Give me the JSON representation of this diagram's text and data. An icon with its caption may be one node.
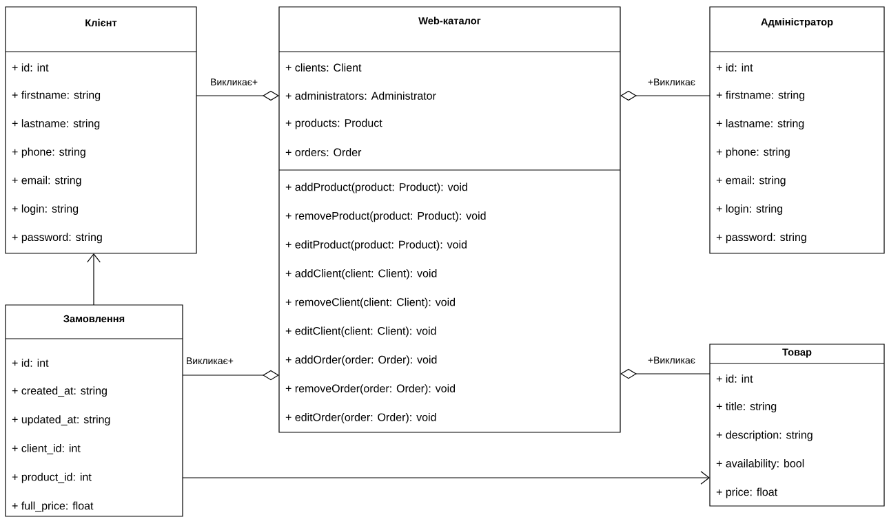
{
  "diagram": {
    "nodes": [
      {
        "text": [
          "Клієнт",
          "+ id: int",
          "+ firstname: string",
          "+ lastname: string",
          "+ phone: string",
          "+ email: string",
          "+ login: string",
          "+ password: string"
        ]
      },
      {
        "text": [
          "Web-каталог",
          "+ clients: Client",
          "+ administrators: Administrator",
          "+ products: Product",
          "+ orders: Order",
          "+ addProduct(product: Product): void",
          "+ removeProduct(product: Product): void",
          "+ editProduct(product: Product): void",
          "+ addClient(client: Client): void",
          "+ removeClient(client: Client): void",
          "+ editClient(client: Client): void",
          "+ addOrder(order: Order): void",
          "+ removeOrder(order: Order): void",
          "+ editOrder(order: Order): void"
        ]
      },
      {
        "text": [
          "Адміністратор",
          "+ id: int",
          "+ firstname: string",
          "+ lastname: string",
          "+ phone: string",
          "+ email: string",
          "+ login: string",
          "+ password: string"
        ]
      },
      {
        "text": [
          "Замовлення",
          "+ id: int",
          "+ created_at: string",
          "+ updated_at: string",
          "+ client_id: int",
          "+ product_id: int",
          "+ full_price: float"
        ]
      },
      {
        "text": [
          "Товар",
          "+ id: int",
          "+ title: string",
          "+ description: string",
          "+ availability: bool",
          "+ price: float"
        ]
      }
    ],
    "edges": [
      {
        "from": 0,
        "to": 1,
        "arrow": "other",
        "label": "Викликає+"
      },
      {
        "from": 2,
        "to": 1,
        "arrow": "other",
        "label": "+Викликає"
      },
      {
        "from": 3,
        "to": 0,
        "arrow": "to"
      },
      {
        "from": 3,
        "to": 1,
        "arrow": "other",
        "label": "Викликає+"
      },
      {
        "from": 4,
        "to": 1,
        "arrow": "other",
        "label": "+Викликає"
      },
      {
        "from": 3,
        "to": 4,
        "arrow": "to"
      }
    ]
  }
}
